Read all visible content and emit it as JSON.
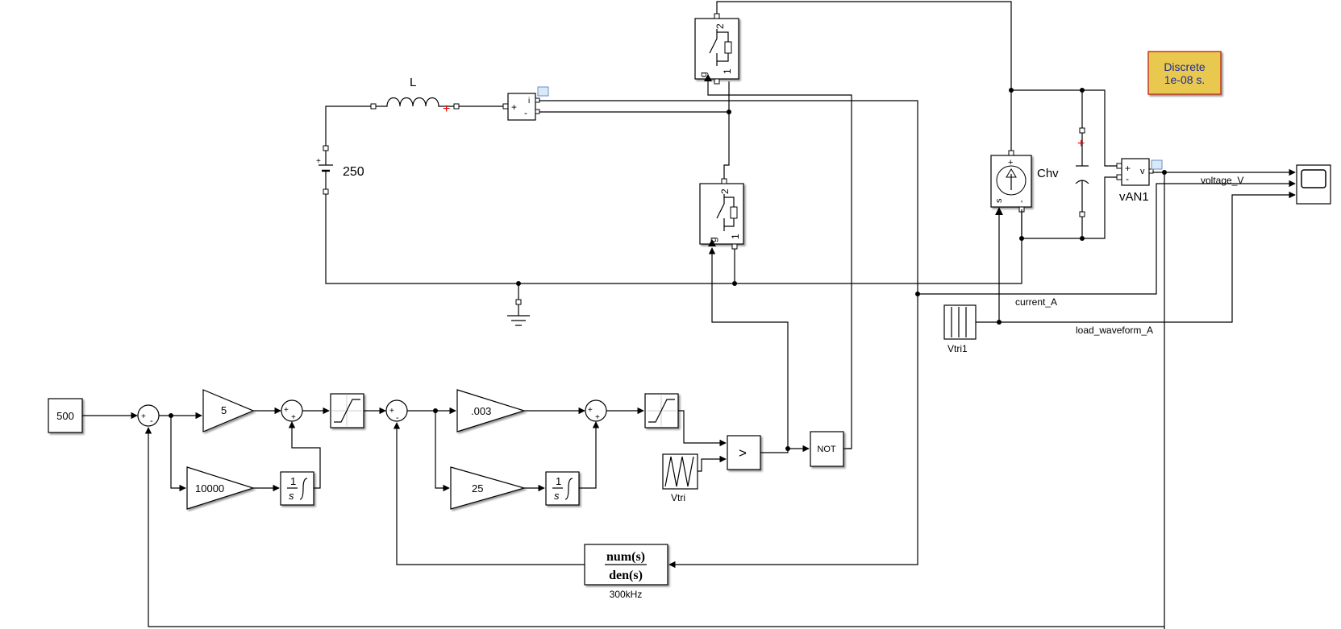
{
  "diagram": {
    "solver_block": {
      "line1": "Discrete",
      "line2": "1e-08 s."
    },
    "blocks": {
      "inductor": {
        "label": "L"
      },
      "dc_source": {
        "label": "250"
      },
      "current_source": {
        "label": "Chv"
      },
      "voltage_meas": {
        "label": "vAN1",
        "plus": "+",
        "minus": "-",
        "out": "v"
      },
      "current_meas": {
        "plus": "+",
        "minus": "-",
        "out": "i"
      },
      "switch_top": {
        "g": "g",
        "p1": "1",
        "p2": "2"
      },
      "switch_bottom": {
        "g": "g",
        "p1": "1",
        "p2": "2"
      },
      "constant": {
        "value": "500"
      },
      "gain_p1": {
        "value": "5"
      },
      "gain_i1": {
        "value": "10000"
      },
      "gain_p2": {
        "value": ".003"
      },
      "gain_i2": {
        "value": "25"
      },
      "integrator1": {
        "num": "1",
        "den": "s"
      },
      "integrator2": {
        "num": "1",
        "den": "s"
      },
      "relational": {
        "op": ">"
      },
      "logic_not": {
        "op": "NOT"
      },
      "vtri": {
        "label": "Vtri"
      },
      "vtri1": {
        "label": "Vtri1"
      },
      "transfer_fcn": {
        "num": "num(s)",
        "den": "den(s)",
        "label": "300kHz"
      },
      "current_source_ports": {
        "plus": "+",
        "s": "s",
        "minus": "-"
      },
      "sum_signs": {
        "plus": "+",
        "minus": "-"
      }
    },
    "signals": {
      "voltage": "voltage_V",
      "current": "current_A",
      "load": "load_waveform_A"
    }
  }
}
